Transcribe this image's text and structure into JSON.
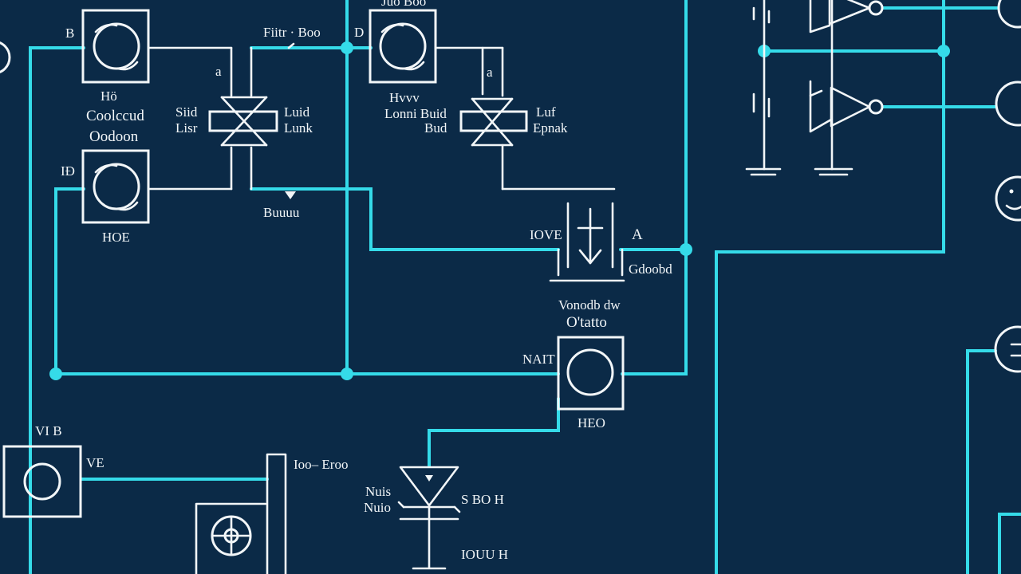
{
  "labels": {
    "s1_left": "B",
    "s1_top": "Hö",
    "s1_mid": "Coolccud",
    "s1_bot": "Oodoon",
    "s2_left": "IÐ",
    "s2_bot": "HOE",
    "sw1_top": "Fiitr · Boo",
    "sw1_tag": "a",
    "sw1_l1": "Siid",
    "sw1_l2": "Lisr",
    "sw1_r1": "Luid",
    "sw1_r2": "Lunk",
    "sw1_bot": "Buuuu",
    "s3_left": "D",
    "s3_top": "Juo Boo",
    "s3_l1": "Hvvv",
    "s3_l2": "Lonni Buid",
    "s3_l3": "Bud",
    "sw2_tag": "a",
    "sw2_r1": "Luf",
    "sw2_r2": "Epnak",
    "d1_left": "IOVE",
    "d1_right": "A",
    "d1_bot": "Gdoobd",
    "m1_t1": "Vonodb dw",
    "m1_t2": "O'tatto",
    "m1_left": "NAIT",
    "m1_bot": "HEO",
    "s4_tl": "VI  B",
    "s4_right": "VE",
    "r1_lbl": "Ioo– Eroo",
    "dz_l1": "Nuis",
    "dz_l2": "Nuio",
    "dz_r": "S BO H",
    "dz_bot": "IOUU H"
  }
}
